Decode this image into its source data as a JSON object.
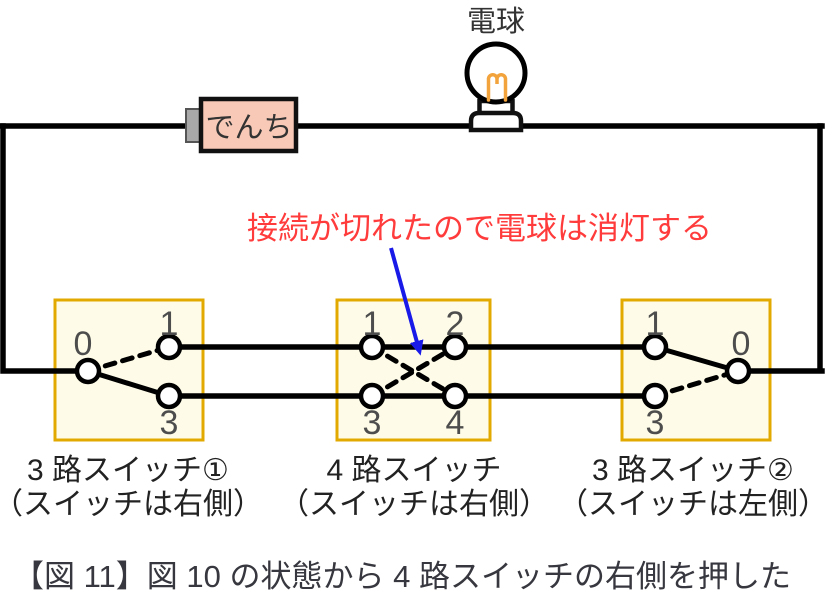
{
  "figure": {
    "lamp_label": "電球",
    "battery_label": "でんち",
    "annotation": "接続が切れたので電球は消灯する",
    "caption": "【図 11】図 10 の状態から 4 路スイッチの右側を押した"
  },
  "switches": {
    "left": {
      "name": "3 路スイッチ①",
      "state": "（スイッチは右側）",
      "terminals": [
        "0",
        "1",
        "3"
      ]
    },
    "middle": {
      "name": "4 路スイッチ",
      "state": "（スイッチは右側）",
      "terminals": [
        "1",
        "2",
        "3",
        "4"
      ]
    },
    "right": {
      "name": "3 路スイッチ②",
      "state": "（スイッチは左側）",
      "terminals": [
        "1",
        "3",
        "0"
      ]
    }
  },
  "colors": {
    "wire": "#000000",
    "box_fill": "#fefce8",
    "box_border": "#e2aa00",
    "battery_fill": "#f8c9b6",
    "battery_nub": "#a9a9a9",
    "bulb_filament": "#f2a33c",
    "annotation_red": "#ff3b3b",
    "arrow_blue": "#1a1ae8",
    "terminal_number": "#4d4d4d",
    "text_dark": "#333333",
    "caption_dark": "#37373f"
  }
}
